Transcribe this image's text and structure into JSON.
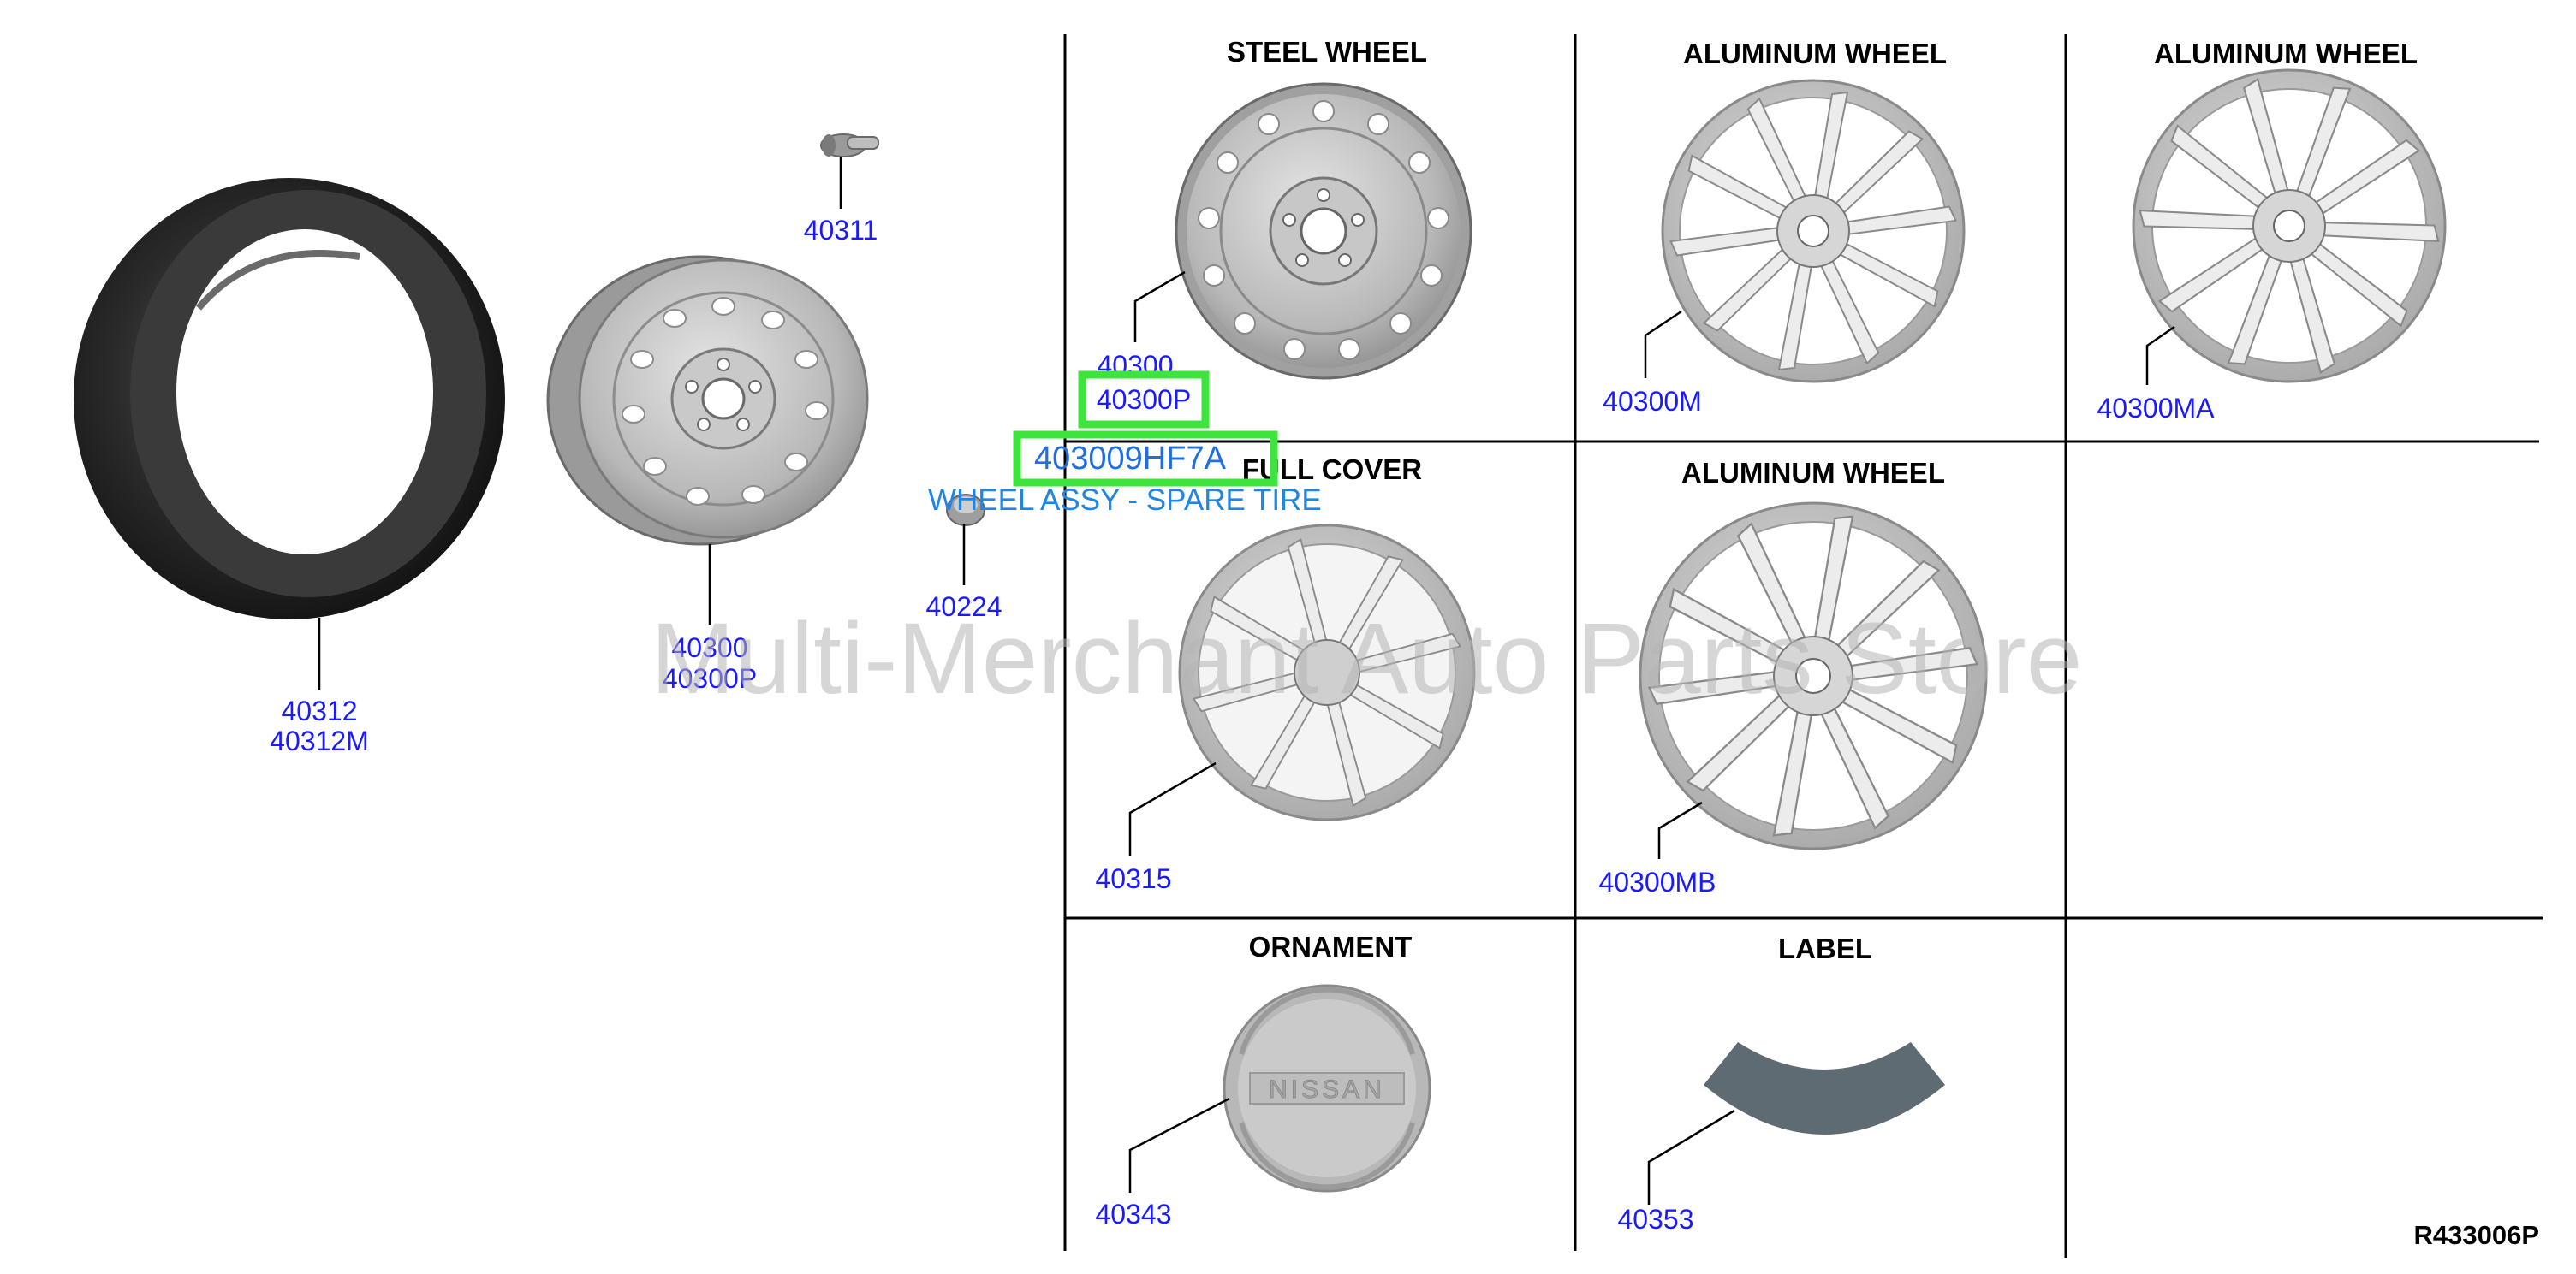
{
  "watermark": "Multi-Merchant Auto Parts Store",
  "diagram_code": "R433006P",
  "popup": {
    "code": "403009HF7A",
    "description": "WHEEL ASSY - SPARE TIRE"
  },
  "headers": {
    "steel_wheel": "STEEL WHEEL",
    "aluminum_wheel_1": "ALUMINUM WHEEL",
    "aluminum_wheel_2": "ALUMINUM WHEEL",
    "full_cover": "FULL COVER",
    "aluminum_wheel_3": "ALUMINUM WHEEL",
    "ornament": "ORNAMENT",
    "label": "LABEL"
  },
  "parts": {
    "tire": [
      "40312",
      "40312M"
    ],
    "spare_wheel": [
      "40300",
      "40300P"
    ],
    "valve": "40311",
    "nut": "40224",
    "steel_wheel": [
      "40300",
      "40300P"
    ],
    "aluminum_1": "40300M",
    "aluminum_2": "40300MA",
    "full_cover": "40315",
    "aluminum_3": "40300MB",
    "ornament": "40343",
    "label": "40353"
  },
  "ornament_brand": "NISSAN"
}
